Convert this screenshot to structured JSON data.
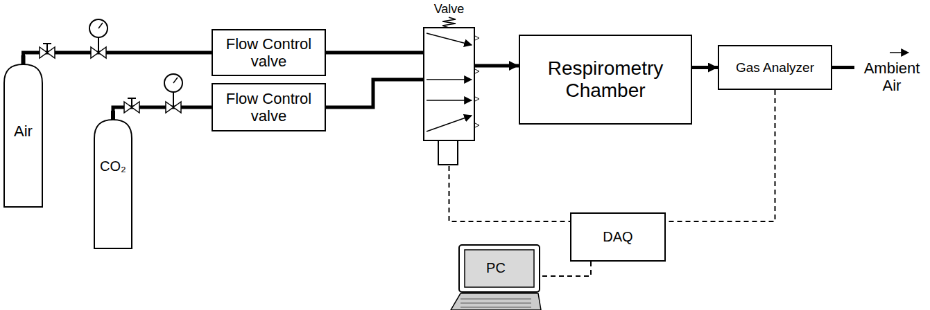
{
  "diagram": {
    "nodes": [
      {
        "text": [
          "Air"
        ]
      },
      {
        "text": [
          "CO₂"
        ]
      },
      {
        "text": [
          "Flow Control valve"
        ]
      },
      {
        "text": [
          "Flow Control valve"
        ]
      },
      {
        "text": [
          "Valve"
        ]
      },
      {
        "text": [
          "Respirometry Chamber"
        ]
      },
      {
        "text": [
          "Gas Analyzer"
        ]
      },
      {
        "text": [
          "DAQ"
        ]
      },
      {
        "text": [
          "PC"
        ]
      }
    ],
    "edges": [
      {
        "from": 0,
        "to": 2,
        "arrow": "none"
      },
      {
        "from": 1,
        "to": 3,
        "arrow": "none"
      },
      {
        "from": 2,
        "to": 4,
        "arrow": "none"
      },
      {
        "from": 3,
        "to": 4,
        "arrow": "none"
      },
      {
        "from": 4,
        "to": 5,
        "arrow": "to"
      },
      {
        "from": 5,
        "to": 6,
        "arrow": "to"
      },
      {
        "from": 4,
        "to": 7,
        "arrow": "none"
      },
      {
        "from": 6,
        "to": 7,
        "arrow": "none"
      },
      {
        "from": 7,
        "to": 8,
        "arrow": "none"
      }
    ],
    "labels": [
      "Ambient Air"
    ]
  }
}
